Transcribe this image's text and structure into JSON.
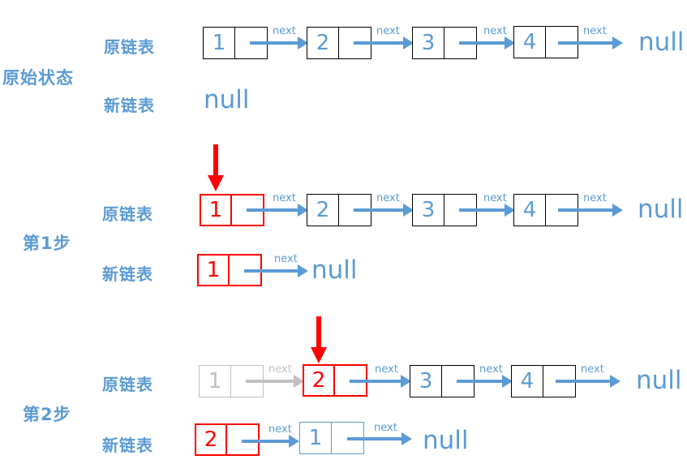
{
  "colors": {
    "accent_blue": "#5B9BD5",
    "highlight_red": "#FF0000",
    "visited_gray": "#C0C0C0",
    "node_border_black": "#000000",
    "background": "#FFFFFF"
  },
  "labels": {
    "original_list": "原链表",
    "new_list": "新链表",
    "next": "next",
    "null": "null"
  },
  "sections": [
    {
      "title": "原始状态",
      "original": {
        "nodes": [
          {
            "value": "1",
            "style": "black"
          },
          {
            "value": "2",
            "style": "black"
          },
          {
            "value": "3",
            "style": "black"
          },
          {
            "value": "4",
            "style": "black"
          }
        ],
        "tail": "null"
      },
      "new": {
        "nodes": [],
        "tail": "null"
      }
    },
    {
      "title": "第1步",
      "pointer_target": "1",
      "original": {
        "nodes": [
          {
            "value": "1",
            "style": "red"
          },
          {
            "value": "2",
            "style": "black"
          },
          {
            "value": "3",
            "style": "black"
          },
          {
            "value": "4",
            "style": "black"
          }
        ],
        "tail": "null"
      },
      "new": {
        "nodes": [
          {
            "value": "1",
            "style": "red"
          }
        ],
        "tail": "null"
      }
    },
    {
      "title": "第2步",
      "pointer_target": "2",
      "original": {
        "nodes": [
          {
            "value": "1",
            "style": "gray"
          },
          {
            "value": "2",
            "style": "red"
          },
          {
            "value": "3",
            "style": "black"
          },
          {
            "value": "4",
            "style": "black"
          }
        ],
        "tail": "null"
      },
      "new": {
        "nodes": [
          {
            "value": "2",
            "style": "red"
          },
          {
            "value": "1",
            "style": "blue"
          }
        ],
        "tail": "null"
      }
    }
  ]
}
